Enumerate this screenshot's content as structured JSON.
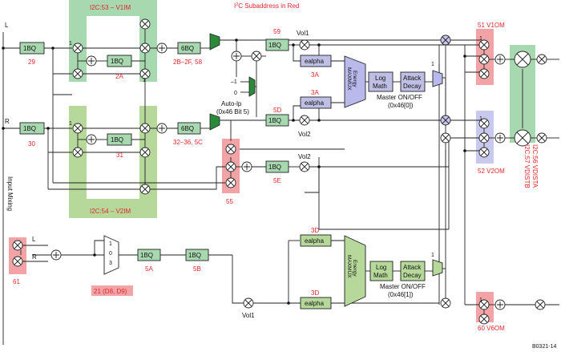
{
  "header": {
    "title_pre": "I",
    "title_sup": "2",
    "title_post": "C Subaddress in Red"
  },
  "channel_labels": {
    "left": "L",
    "right": "R",
    "vol1": "Vol1",
    "vol2": "Vol2",
    "vol1_bottom": "Vol1"
  },
  "band_labels": {
    "v1im": "I2C:53 – V1IM",
    "v2im": "I2C:54 – V2IM",
    "vdista": "I2C:56 VDISTA",
    "vdistb": "I2C:57 VDISTB",
    "input_mixing": "Input Mixing"
  },
  "blocks": {
    "bq_1bq": "1BQ",
    "bq_6bq": "6BQ",
    "ealpha": "ealpha",
    "log_math_1": "Log",
    "log_math_2": "Math",
    "attack_1": "Attack",
    "attack_2": "Decay",
    "energy_mux_1": "Energy",
    "energy_mux_2": "MAXMUX"
  },
  "red_labels": {
    "bq29": "29",
    "bq30": "30",
    "bq2a": "2A",
    "bq31": "31",
    "bq6a": "2B–2F, 58",
    "bq6b": "32–36, 5C",
    "bq59": "59",
    "bq5d": "5D",
    "bq5e": "5E",
    "ea3a_top": "3A",
    "ea3a_bot": "3A",
    "ea3d_top": "3D",
    "ea3d_bot": "3D",
    "m55": "55",
    "m61": "61",
    "v1om": "51  V1OM",
    "v2om": "52  V2OM",
    "v6om": "60  V6OM",
    "bq5a": "5A",
    "bq5b": "5B",
    "mux21": "21 (D8, D9)"
  },
  "annotations": {
    "autolp_1": "Auto-lp",
    "autolp_2": "(0x46 Bit 5)",
    "master1_1": "Master ON/OFF",
    "master1_2": "(0x46[0])",
    "master2_1": "Master ON/OFF",
    "master2_2": "(0x46[1])",
    "mux_minus1": "–1",
    "mux_zero": "0",
    "one": "1",
    "mux_input_0": "0",
    "mux_input_1": "1",
    "mux_input_3": "3",
    "figure_id": "B0321-14"
  },
  "colors": {
    "band_green": "#a8d8b0",
    "band_yellow_green": "#b6d99b",
    "band_red": "#f2a3a5",
    "band_blue": "#c9c9ef",
    "accent_red": "#e0262c"
  }
}
